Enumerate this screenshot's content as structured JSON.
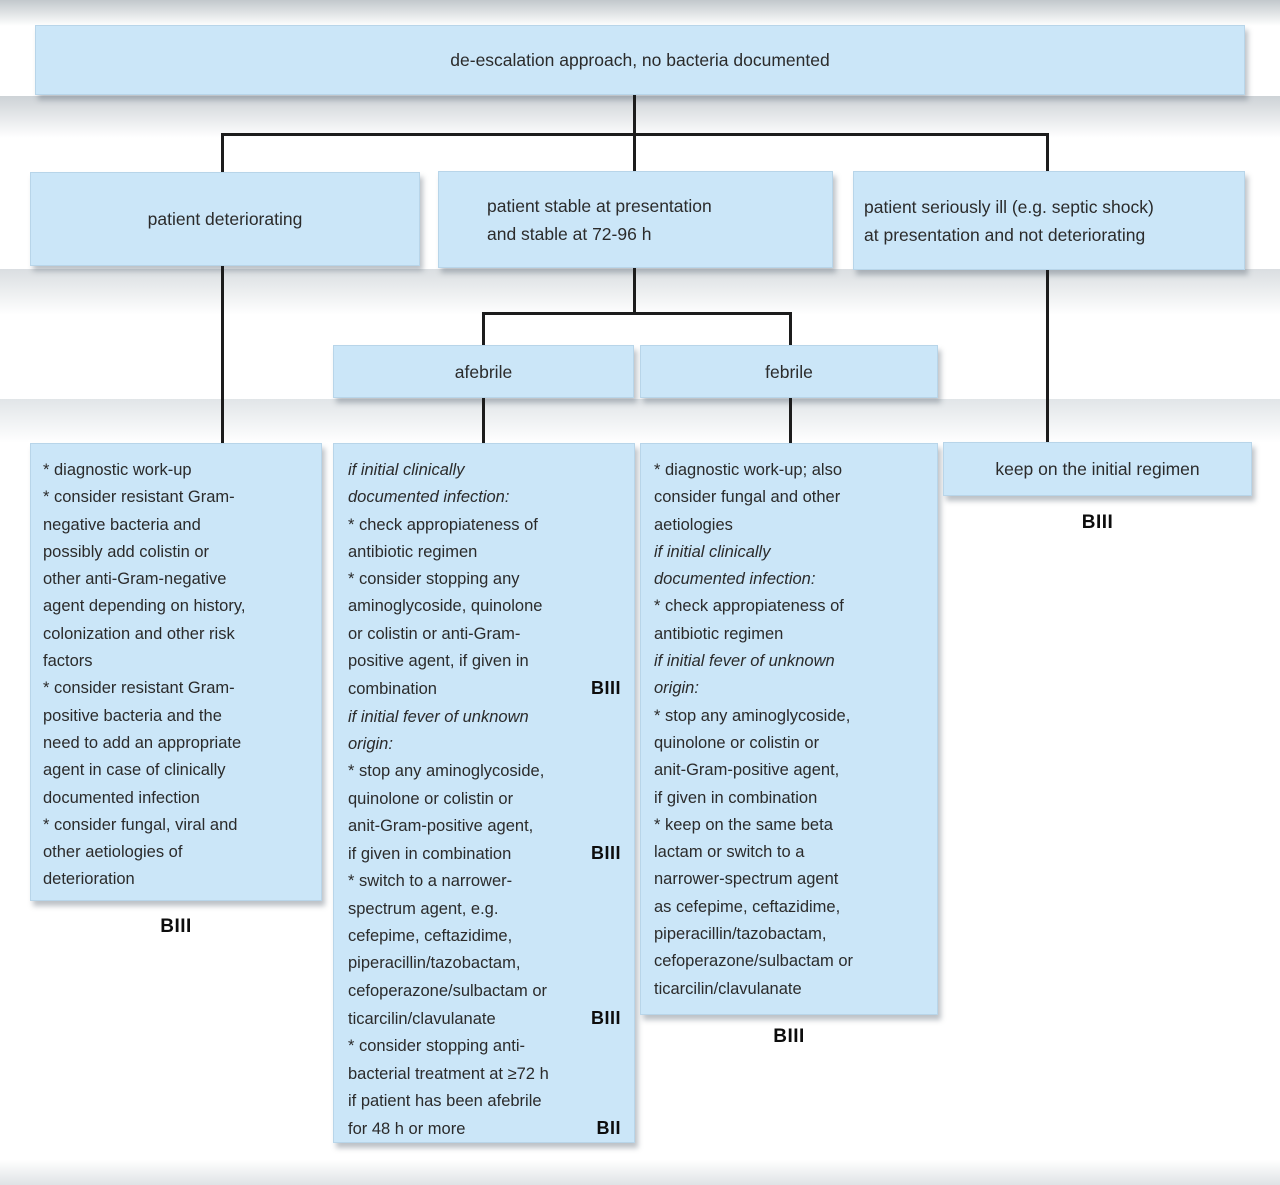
{
  "colors": {
    "box_fill": "#cbe6f8",
    "connector": "#1c1c1c",
    "text": "#2b2b2b",
    "grade": "#0d0d0d"
  },
  "root": {
    "label": "de-escalation approach, no bacteria documented"
  },
  "branches": {
    "deteriorating": {
      "lines": [
        "patient deteriorating"
      ]
    },
    "stable": {
      "lines": [
        "patient stable at presentation",
        "and stable at 72-96 h"
      ]
    },
    "serious": {
      "lines": [
        "patient seriously ill (e.g. septic shock)",
        "at presentation and not deteriorating"
      ]
    }
  },
  "fever": {
    "afebrile": {
      "label": "afebrile"
    },
    "febrile": {
      "label": "febrile"
    }
  },
  "outcomes": {
    "deteriorating": {
      "grade_below": "BIII",
      "lines": [
        "* diagnostic work-up",
        "* consider resistant Gram-",
        "negative bacteria and",
        "possibly add colistin or",
        "other anti-Gram-negative",
        "agent depending on history,",
        "colonization and other risk",
        "factors",
        "* consider resistant Gram-",
        "positive bacteria and the",
        "need to add an appropriate",
        "agent in case of clinically",
        "documented infection",
        "* consider fungal, viral and",
        "other aetiologies of",
        "deterioration"
      ]
    },
    "afebrile": {
      "lines": [
        {
          "text": "if initial clinically",
          "italic": true
        },
        {
          "text": "documented infection:",
          "italic": true
        },
        "* check appropiateness of",
        "antibiotic regimen",
        "* consider stopping any",
        "aminoglycoside, quinolone",
        "or colistin or anti-Gram-",
        "positive agent, if given in",
        {
          "text": "combination",
          "grade": "BIII"
        },
        {
          "text": "if initial fever of unknown",
          "italic": true
        },
        {
          "text": "origin:",
          "italic": true
        },
        "* stop any aminoglycoside,",
        "quinolone or colistin or",
        "anit-Gram-positive agent,",
        {
          "text": "if given in combination",
          "grade": "BIII"
        },
        "* switch to a narrower-",
        "spectrum agent, e.g.",
        "cefepime, ceftazidime,",
        "piperacillin/tazobactam,",
        "cefoperazone/sulbactam or",
        {
          "text": "ticarcilin/clavulanate",
          "grade": "BIII"
        },
        "* consider stopping anti-",
        "bacterial treatment at ≥72 h",
        "if patient has been afebrile",
        {
          "text": "for 48 h or more",
          "grade": "BII"
        }
      ]
    },
    "febrile": {
      "grade_below": "BIII",
      "lines": [
        "* diagnostic work-up; also",
        "consider fungal and other",
        "aetiologies",
        {
          "text": "if initial clinically",
          "italic": true
        },
        {
          "text": "documented infection:",
          "italic": true
        },
        "* check appropiateness of",
        "antibiotic regimen",
        {
          "text": "if initial fever of unknown",
          "italic": true
        },
        {
          "text": "origin:",
          "italic": true
        },
        "* stop any aminoglycoside,",
        "quinolone or colistin or",
        "anit-Gram-positive agent,",
        "if given in combination",
        "* keep on the same beta",
        "lactam or switch to a",
        "narrower-spectrum agent",
        "as cefepime, ceftazidime,",
        "piperacillin/tazobactam,",
        "cefoperazone/sulbactam or",
        "ticarcilin/clavulanate"
      ]
    },
    "keep": {
      "label": "keep on the initial regimen",
      "grade_below": "BIII"
    }
  }
}
